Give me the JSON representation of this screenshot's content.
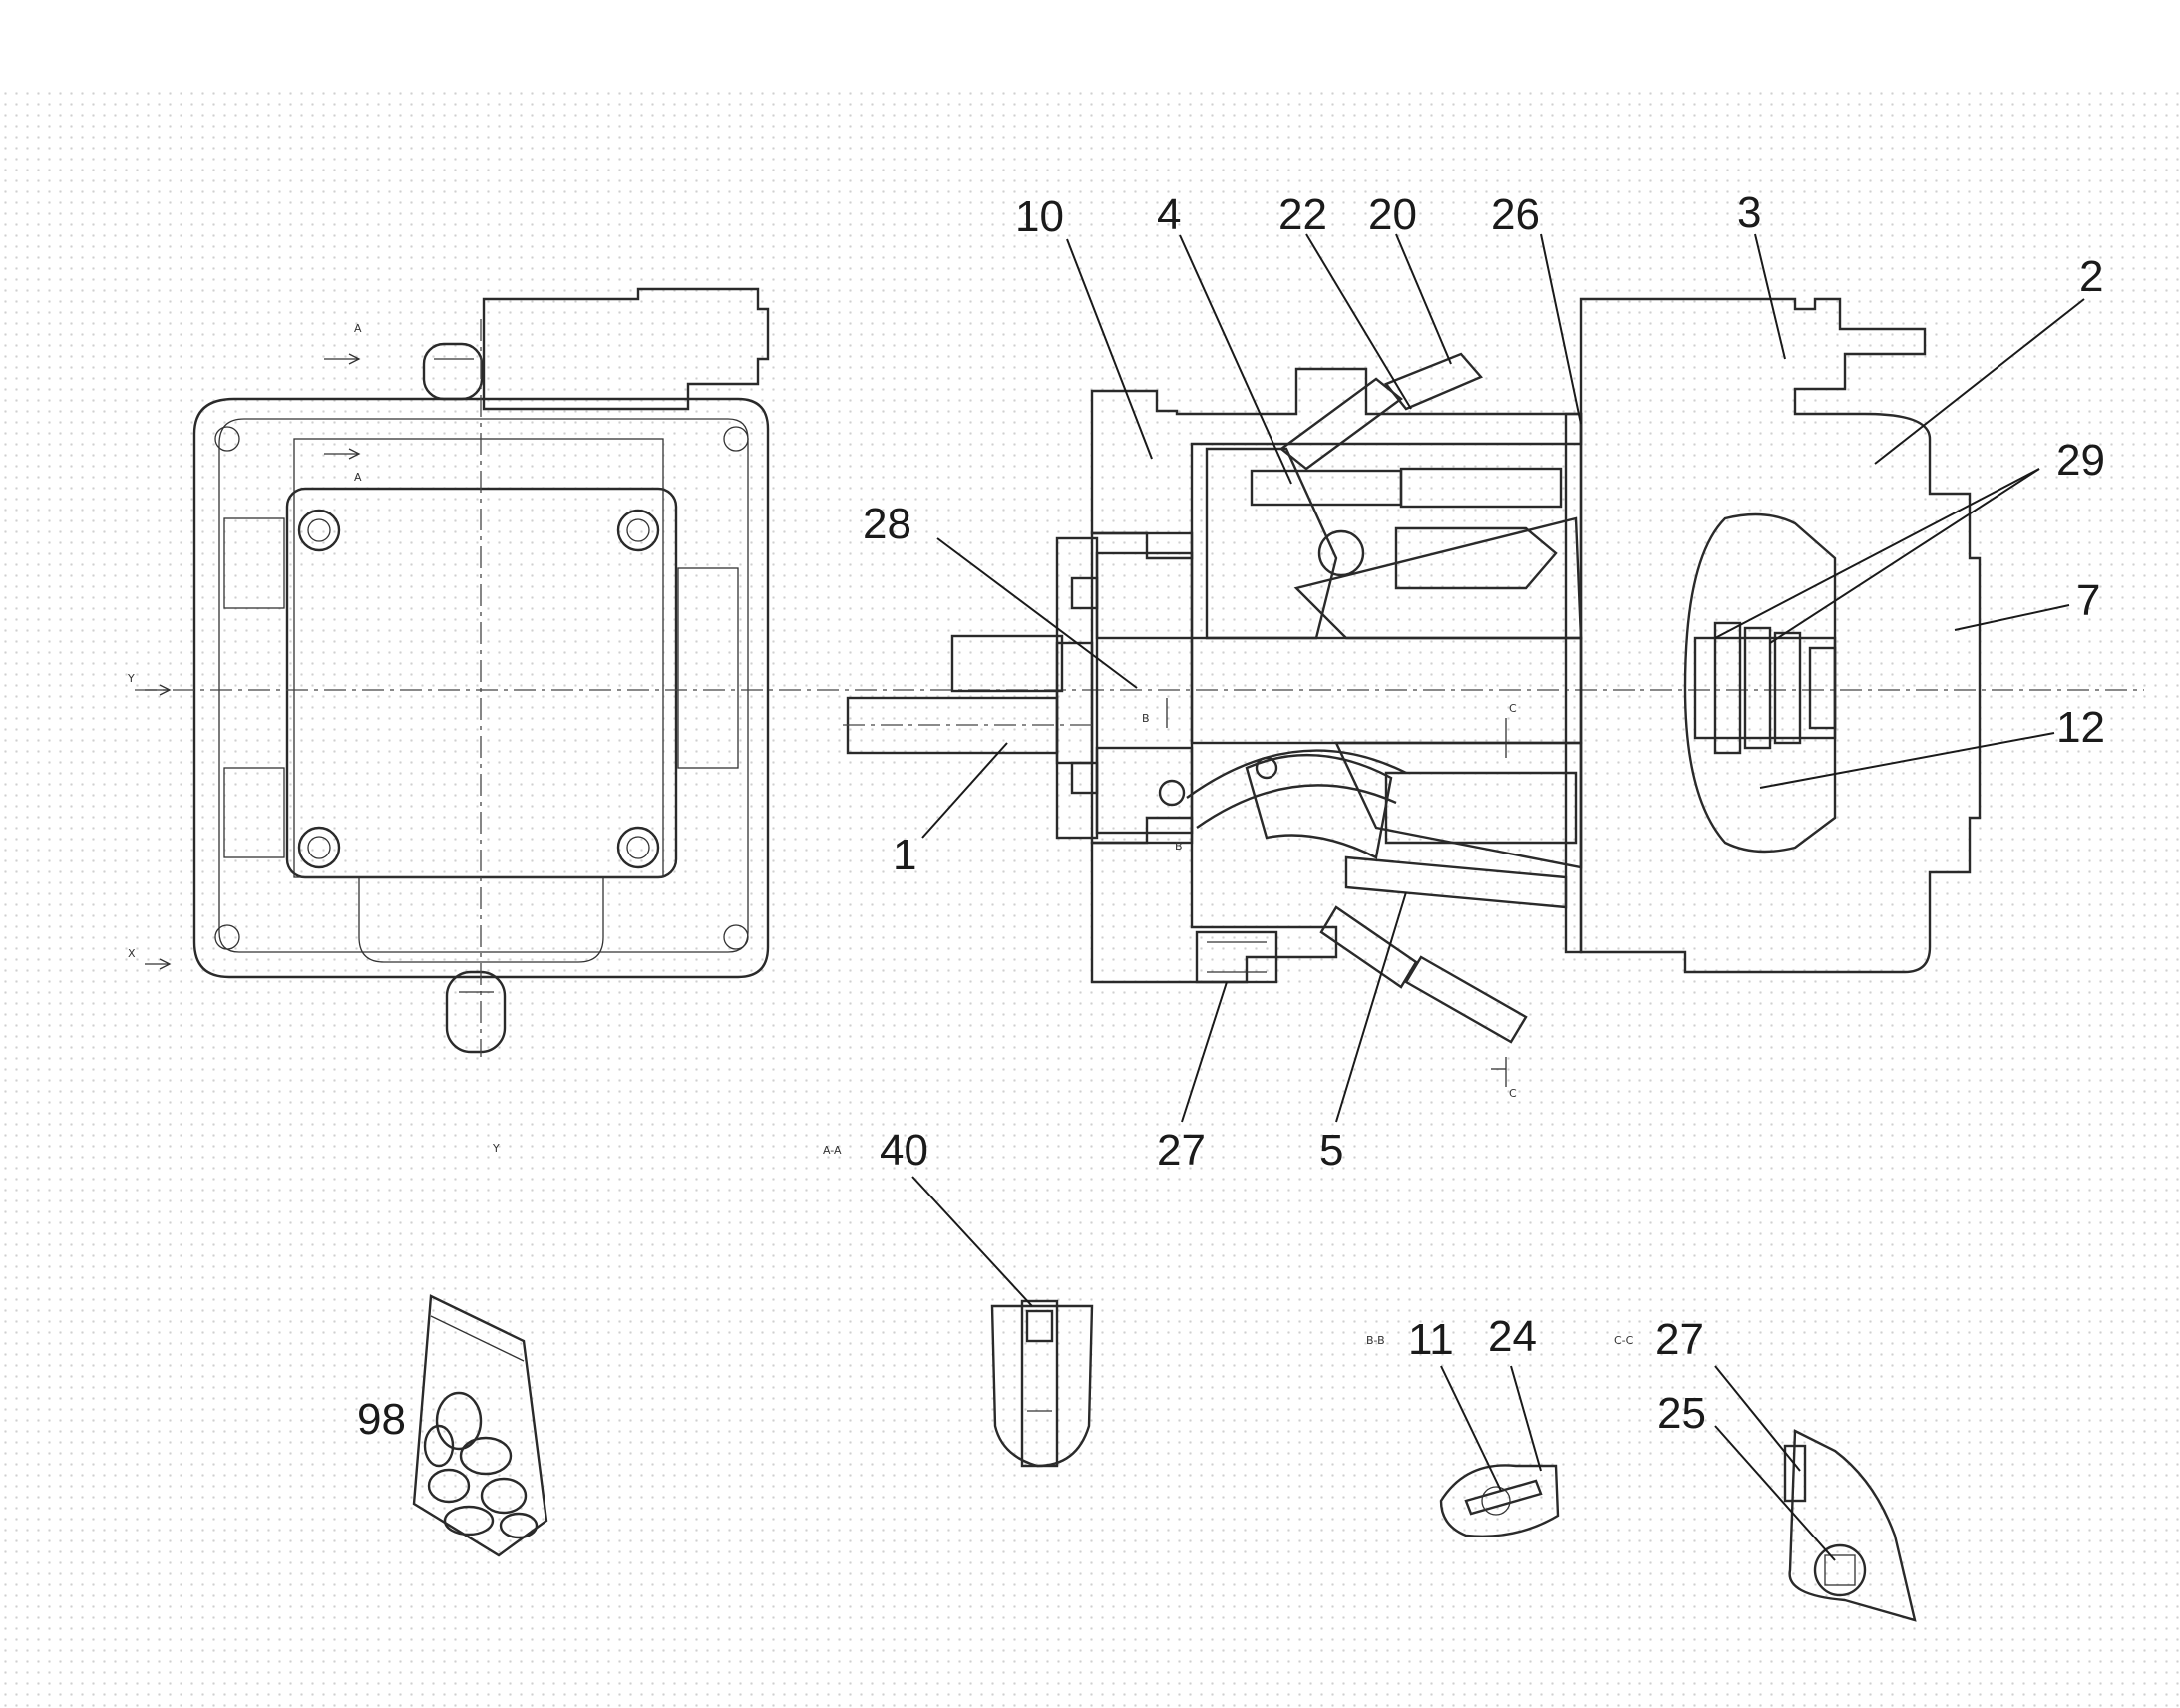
{
  "callouts": {
    "c10": "10",
    "c4": "4",
    "c22": "22",
    "c20": "20",
    "c26": "26",
    "c3": "3",
    "c2": "2",
    "c29": "29",
    "c7": "7",
    "c12": "12",
    "c28": "28",
    "c1": "1",
    "c27a": "27",
    "c5": "5",
    "c40": "40",
    "c98": "98",
    "c11": "11",
    "c24": "24",
    "c27b": "27",
    "c25": "25"
  },
  "section_marks": {
    "aa": "A-A",
    "bb": "B-B",
    "cc": "C-C",
    "y_bottom": "Y",
    "y_left": "Y",
    "x_left": "X",
    "a_top": "A",
    "a_mid": "A",
    "b_mark": "B",
    "b_mark2": "B",
    "c_mark": "C",
    "c_mark2": "C"
  },
  "colors": {
    "line": "#2a2a2a",
    "background": "#ffffff",
    "dots": "#cfcfcf"
  }
}
